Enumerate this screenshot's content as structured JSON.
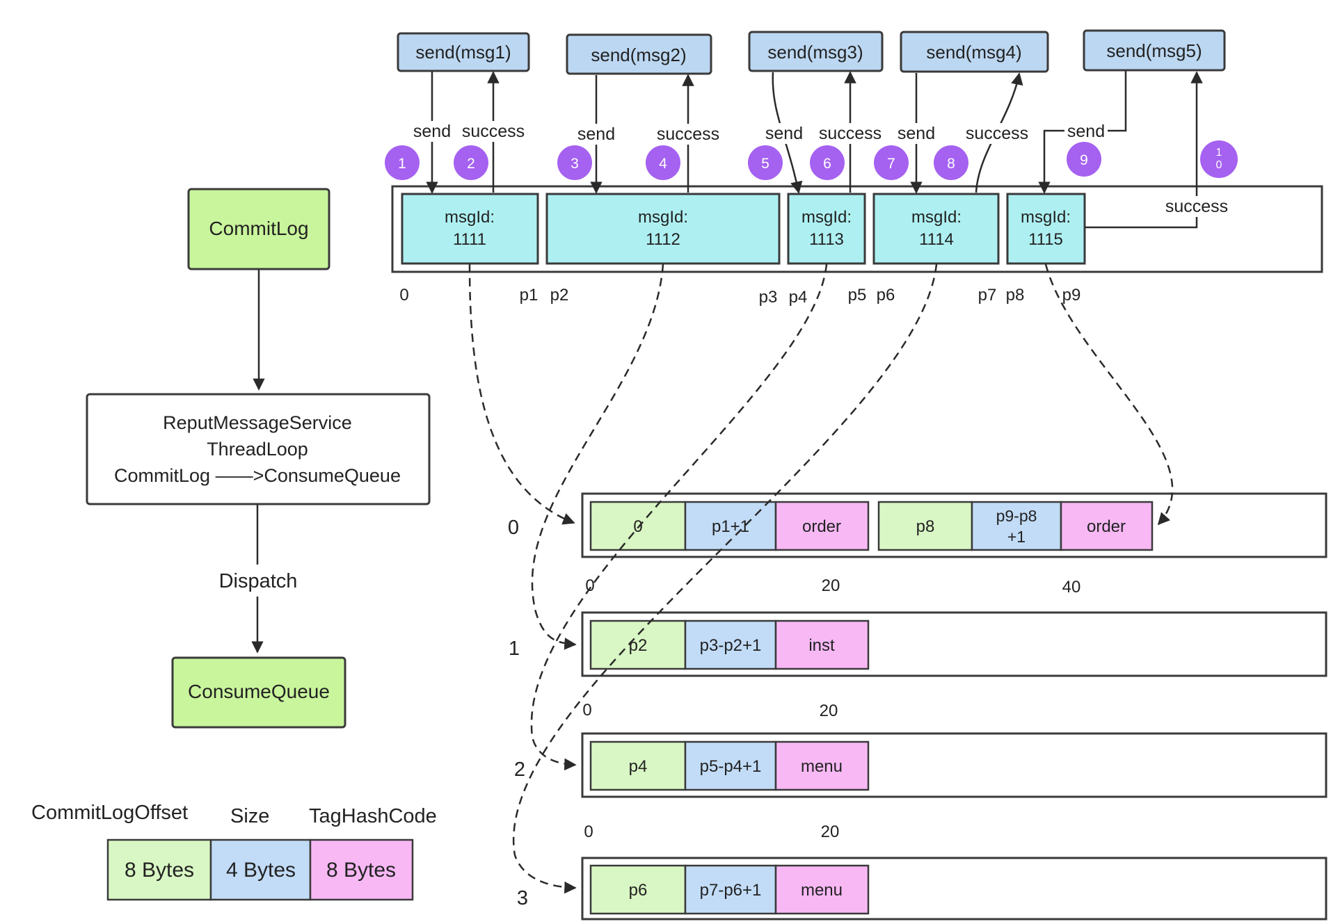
{
  "sends": [
    {
      "label": "send(msg1)"
    },
    {
      "label": "send(msg2)"
    },
    {
      "label": "send(msg3)"
    },
    {
      "label": "send(msg4)"
    },
    {
      "label": "send(msg5)"
    }
  ],
  "arrow_labels": {
    "send1": "send",
    "success1": "success",
    "send2": "send",
    "success2": "success",
    "send3": "send",
    "success3": "success",
    "send4": "send",
    "success4": "success",
    "send5": "send",
    "success5": "success"
  },
  "steps": [
    "1",
    "2",
    "3",
    "4",
    "5",
    "6",
    "7",
    "8",
    "9",
    "1\n0"
  ],
  "messages": [
    {
      "line1": "msgId:",
      "line2": "1111"
    },
    {
      "line1": "msgId:",
      "line2": "1112"
    },
    {
      "line1": "msgId:",
      "line2": "1113"
    },
    {
      "line1": "msgId:",
      "line2": "1114"
    },
    {
      "line1": "msgId:",
      "line2": "1115"
    }
  ],
  "positions": [
    "0",
    "p1",
    "p2",
    "p3",
    "p4",
    "p5",
    "p6",
    "p7",
    "p8",
    "p9"
  ],
  "commitlog_label": "CommitLog",
  "reput": {
    "line1": "ReputMessageService",
    "line2": "ThreadLoop",
    "line3": "CommitLog ——>ConsumeQueue"
  },
  "dispatch_label": "Dispatch",
  "consumequeue_label": "ConsumeQueue",
  "legend": {
    "header_offset": "CommitLogOffset",
    "header_size": "Size",
    "header_tag": "TagHashCode",
    "cell_offset": "8 Bytes",
    "cell_size": "4 Bytes",
    "cell_tag": "8 Bytes"
  },
  "queues": [
    {
      "index": "0",
      "entries": [
        {
          "offset": "0",
          "size": "p1+1",
          "tag": "order"
        },
        {
          "offset": "p8",
          "size_l1": "p9-p8",
          "size_l2": "+1",
          "tag": "order"
        }
      ],
      "scale": [
        "0",
        "20",
        "40"
      ]
    },
    {
      "index": "1",
      "entries": [
        {
          "offset": "p2",
          "size": "p3-p2+1",
          "tag": "inst"
        }
      ],
      "scale": [
        "0",
        "20"
      ]
    },
    {
      "index": "2",
      "entries": [
        {
          "offset": "p4",
          "size": "p5-p4+1",
          "tag": "menu"
        }
      ],
      "scale": [
        "0",
        "20"
      ]
    },
    {
      "index": "3",
      "entries": [
        {
          "offset": "p6",
          "size": "p7-p6+1",
          "tag": "menu"
        }
      ]
    }
  ]
}
